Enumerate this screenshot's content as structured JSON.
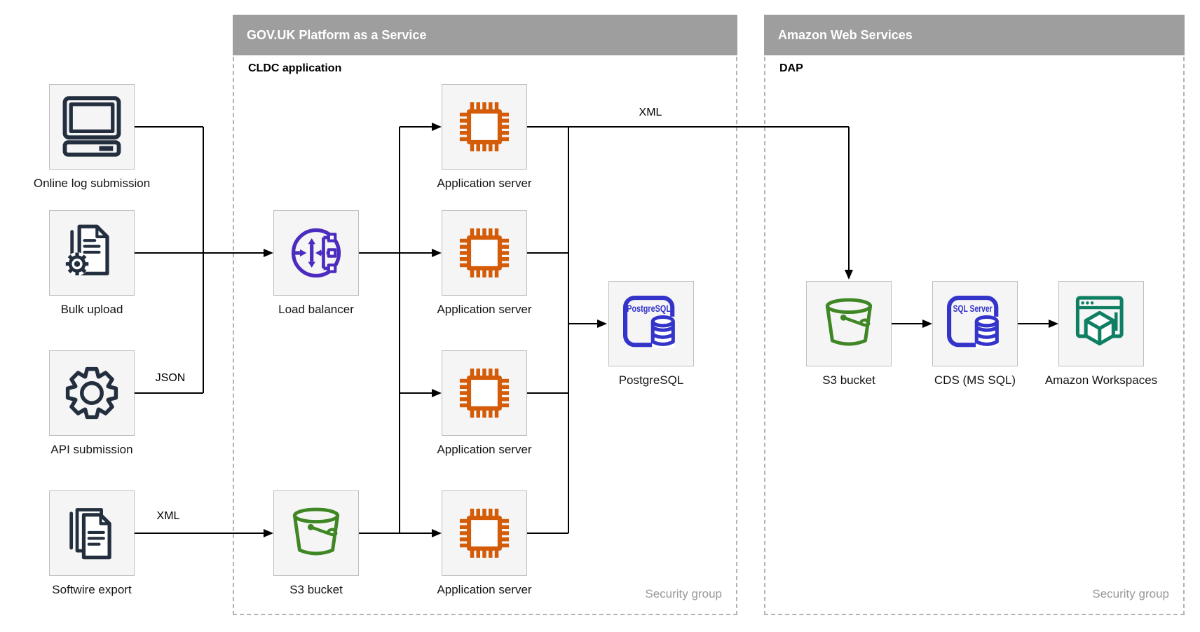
{
  "colors": {
    "container_header_bg": "#9e9e9e",
    "container_header_text": "#ffffff",
    "container_border": "#b3b3b3",
    "node_fill": "#f5f5f5",
    "node_border": "#bfbfbf",
    "connector": "#000000",
    "security_text": "#999999",
    "icon_navy": "#232f3e",
    "icon_purple": "#4c2bbf",
    "icon_orange": "#d45b07",
    "icon_green": "#3f8624",
    "icon_indigo": "#3434cb",
    "icon_teal": "#0e7f62"
  },
  "sources": [
    {
      "id": "online",
      "label": "Online log submission",
      "icon": "computer-icon"
    },
    {
      "id": "bulk",
      "label": "Bulk upload",
      "icon": "document-gear-icon"
    },
    {
      "id": "api",
      "label": "API submission",
      "icon": "gear-icon"
    },
    {
      "id": "softwire",
      "label": "Softwire export",
      "icon": "documents-stack-icon"
    }
  ],
  "govuk_container": {
    "title": "GOV.UK Platform as a Service",
    "subtitle": "CLDC application",
    "security_label": "Security group",
    "nodes": [
      {
        "id": "load_balancer",
        "label": "Load balancer",
        "icon": "load-balancer-icon"
      },
      {
        "id": "app_server_1",
        "label": "Application server",
        "icon": "cpu-chip-icon"
      },
      {
        "id": "app_server_2",
        "label": "Application server",
        "icon": "cpu-chip-icon"
      },
      {
        "id": "app_server_3",
        "label": "Application server",
        "icon": "cpu-chip-icon"
      },
      {
        "id": "app_server_4",
        "label": "Application server",
        "icon": "cpu-chip-icon"
      },
      {
        "id": "s3_bucket",
        "label": "S3 bucket",
        "icon": "bucket-icon"
      },
      {
        "id": "postgresql",
        "label": "PostgreSQL",
        "icon": "database-card-icon",
        "icon_text": "PostgreSQL"
      }
    ]
  },
  "aws_container": {
    "title": "Amazon Web Services",
    "subtitle": "DAP",
    "security_label": "Security group",
    "nodes": [
      {
        "id": "s3_bucket",
        "label": "S3 bucket",
        "icon": "bucket-icon"
      },
      {
        "id": "cds",
        "label": "CDS (MS SQL)",
        "icon": "database-card-icon",
        "icon_text": "SQL Server"
      },
      {
        "id": "workspaces",
        "label": "Amazon Workspaces",
        "icon": "workspaces-icon"
      }
    ]
  },
  "edge_labels": [
    {
      "id": "json_api",
      "text": "JSON"
    },
    {
      "id": "xml_softwire",
      "text": "XML"
    },
    {
      "id": "xml_app_to_aws",
      "text": "XML"
    }
  ]
}
